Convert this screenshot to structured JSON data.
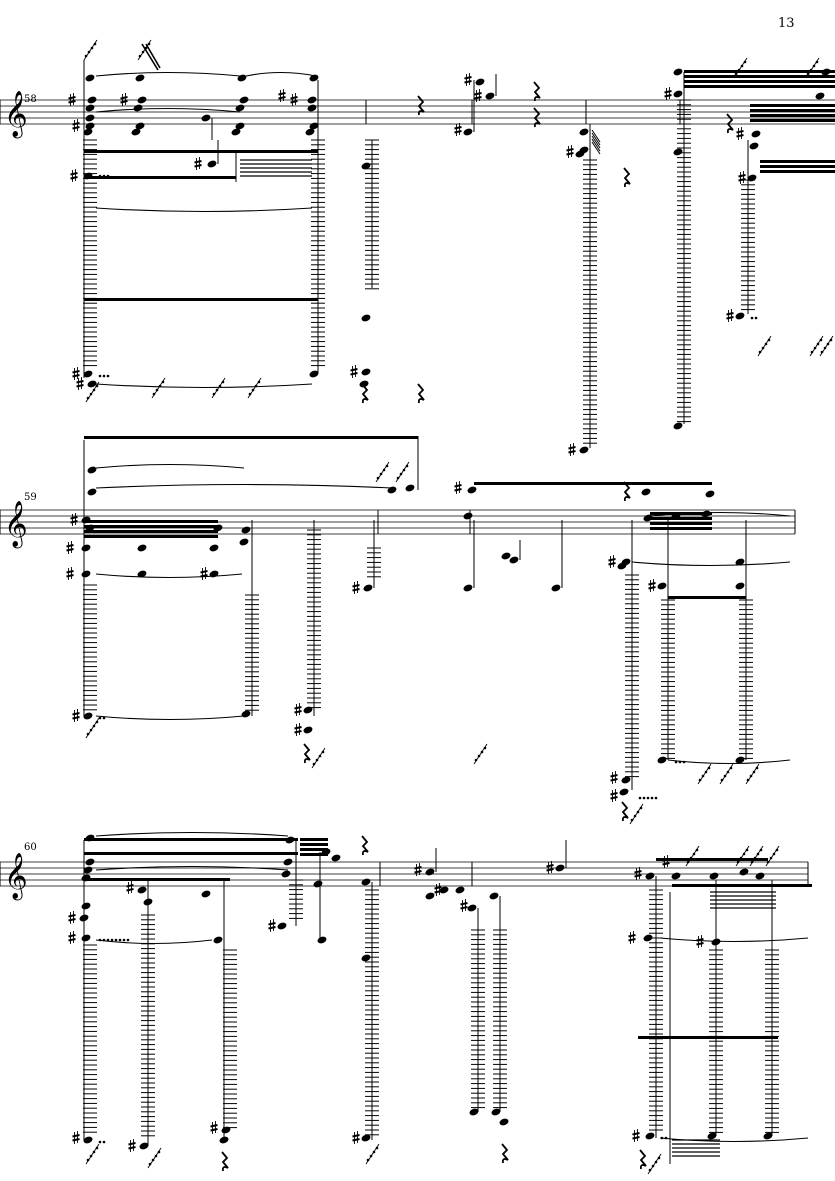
{
  "page": {
    "number": "13"
  },
  "systems": [
    {
      "measure": "58"
    },
    {
      "measure": "59"
    },
    {
      "measure": "60"
    }
  ],
  "colors": {
    "ink": "#000000",
    "paper": "#ffffff"
  }
}
